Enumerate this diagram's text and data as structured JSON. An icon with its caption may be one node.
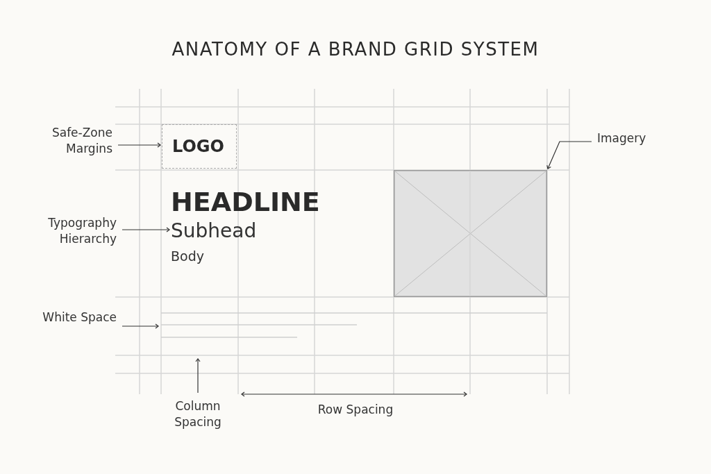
{
  "diagram": {
    "title": "ANATOMY OF A BRAND GRID SYSTEM",
    "nodes": [
      {
        "text": [
          "Safe-Zone Margins"
        ]
      },
      {
        "text": [
          "LOGO"
        ]
      },
      {
        "text": [
          "Imagery"
        ]
      },
      {
        "text": [],
        "shape": "box"
      },
      {
        "text": [
          "Typography Hierarchy"
        ]
      },
      {
        "text": [
          "HEADLINE",
          "Subhead",
          "Body"
        ]
      },
      {
        "text": [
          "White Space"
        ]
      },
      {
        "text": [
          "Column Spacing"
        ]
      }
    ],
    "edges": [
      {
        "from": 0,
        "to": 1,
        "arrow": "to"
      },
      {
        "from": 2,
        "to": 3,
        "arrow": "to"
      },
      {
        "from": 4,
        "to": 5,
        "arrow": "to"
      },
      {
        "from": 6,
        "to": null,
        "arrow": "to"
      },
      {
        "from": 7,
        "to": null,
        "arrow": "to"
      }
    ],
    "labels": [
      "Row Spacing"
    ]
  }
}
